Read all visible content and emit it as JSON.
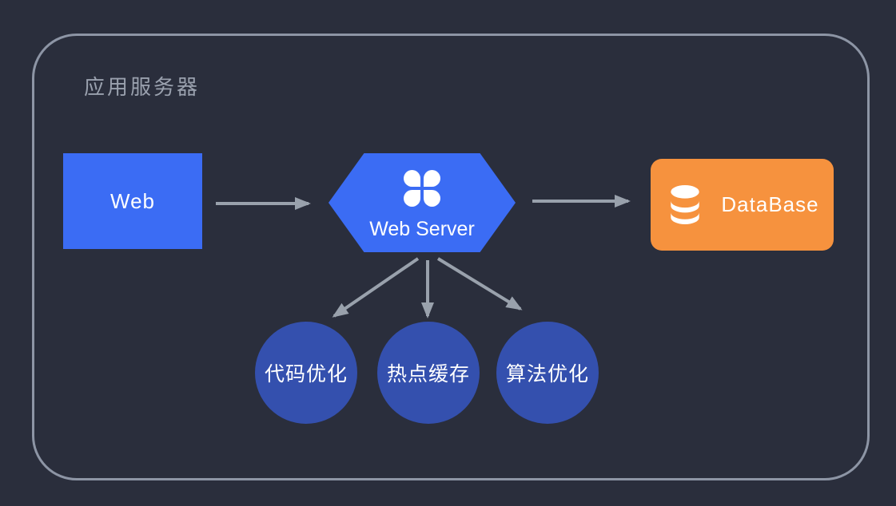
{
  "diagram": {
    "group_title": "应用服务器",
    "nodes": {
      "web": {
        "label": "Web"
      },
      "web_server": {
        "label": "Web Server",
        "icon": "clover-icon"
      },
      "database": {
        "label": "DataBase",
        "icon": "database-icon"
      },
      "optimizations": [
        {
          "label": "代码优化"
        },
        {
          "label": "热点缓存"
        },
        {
          "label": "算法优化"
        }
      ]
    },
    "edges": [
      {
        "from": "web",
        "to": "web_server"
      },
      {
        "from": "web_server",
        "to": "database"
      },
      {
        "from": "web_server",
        "to": "代码优化"
      },
      {
        "from": "web_server",
        "to": "热点缓存"
      },
      {
        "from": "web_server",
        "to": "算法优化"
      }
    ],
    "colors": {
      "bg": "#2a2e3c",
      "frame": "#8d95a5",
      "title": "#9aa1ae",
      "node_blue": "#3b6cf4",
      "circle_blue": "#3450ae",
      "db_orange": "#f6923e",
      "arrow": "#99a1ac",
      "text_white": "#ffffff"
    }
  }
}
